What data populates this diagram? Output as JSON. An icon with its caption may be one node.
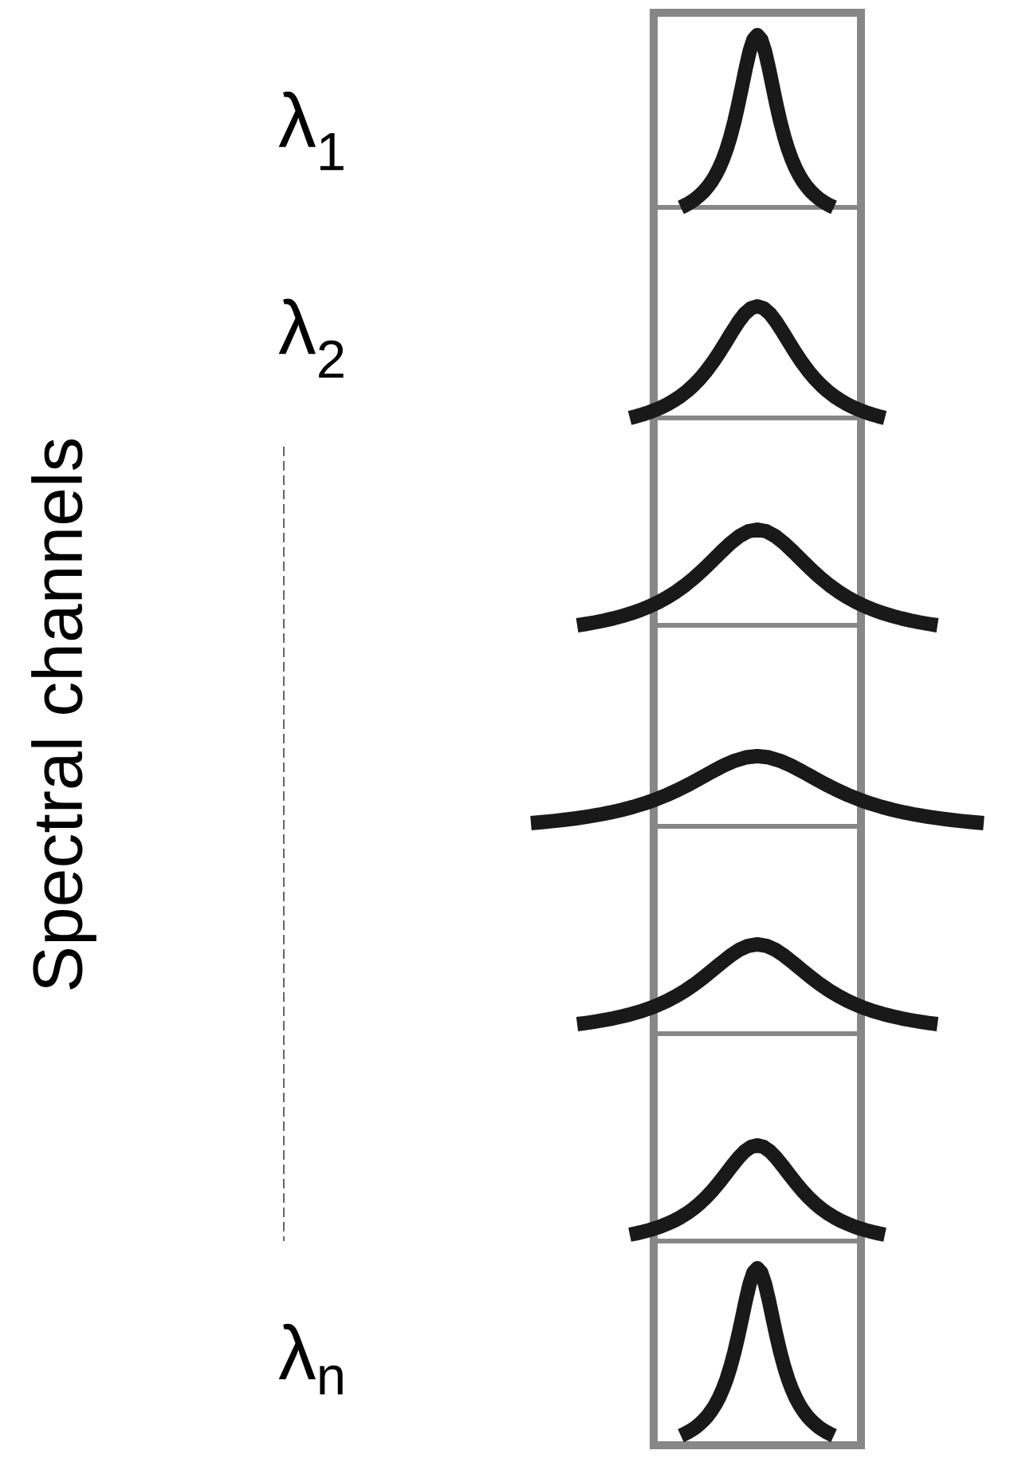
{
  "diagram": {
    "labels": [
      "Spectral channels",
      "λ$_{1}$",
      "λ$_{2}$",
      "λ$_{n}$"
    ]
  }
}
